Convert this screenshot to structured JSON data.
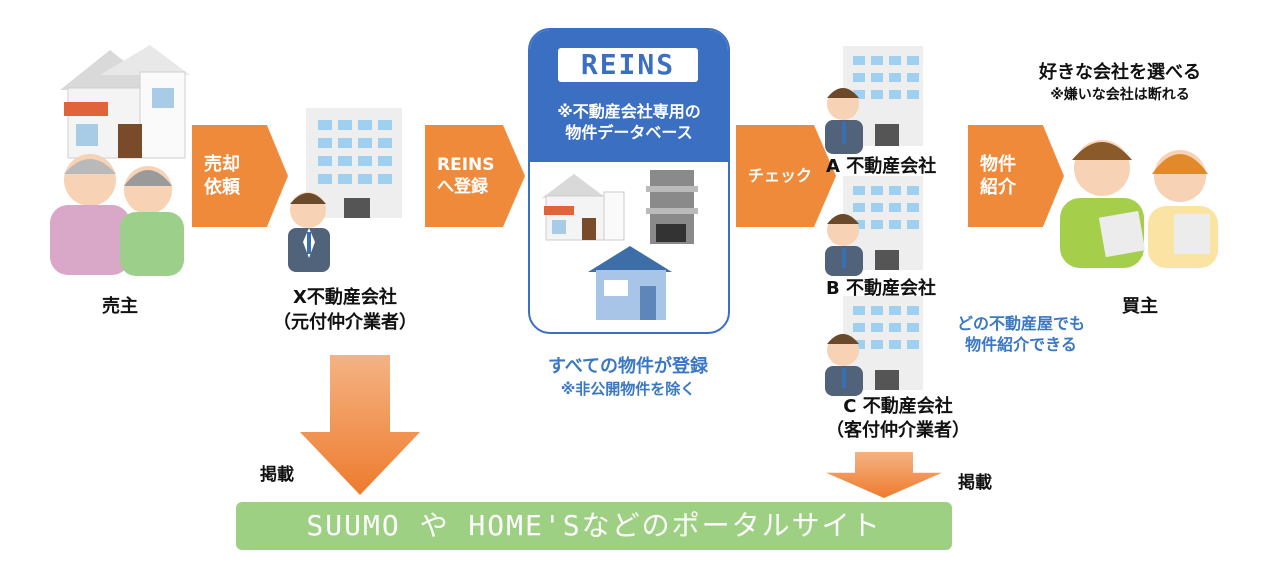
{
  "seller": {
    "label": "売主"
  },
  "arrow1": {
    "line1": "売却",
    "line2": "依頼"
  },
  "x_company": {
    "line1": "X不動産会社",
    "line2": "（元付仲介業者）"
  },
  "arrow2": {
    "line1": "REINS",
    "line2": "へ登録"
  },
  "reins": {
    "title": "REINS",
    "note1": "※不動産会社専用の",
    "note2": "物件データベース"
  },
  "reins_caption": {
    "main": "すべての物件が登録",
    "sub": "※非公開物件を除く"
  },
  "arrow3": {
    "label": "チェック"
  },
  "company_a": {
    "label": "A 不動産会社"
  },
  "company_b": {
    "label": "B 不動産会社"
  },
  "company_c": {
    "line1": "C 不動産会社",
    "line2": "（客付仲介業者）"
  },
  "any_agency": {
    "line1": "どの不動産屋でも",
    "line2": "物件紹介できる"
  },
  "arrow4": {
    "line1": "物件",
    "line2": "紹介"
  },
  "buyer": {
    "choose": "好きな会社を選べる",
    "refuse": "※嫌いな会社は断れる",
    "label": "買主"
  },
  "listing_left": {
    "label": "掲載"
  },
  "listing_right": {
    "label": "掲載"
  },
  "portal": {
    "label": "SUUMO や HOME'Sなどのポータルサイト"
  },
  "colors": {
    "orange": "#ef8a3b",
    "blue": "#3b6fc2",
    "green": "#9ed083"
  },
  "icons": [
    "house-icon",
    "elderly-couple-icon",
    "office-building-icon",
    "agent-icon",
    "apartment-icon",
    "young-couple-icon"
  ]
}
